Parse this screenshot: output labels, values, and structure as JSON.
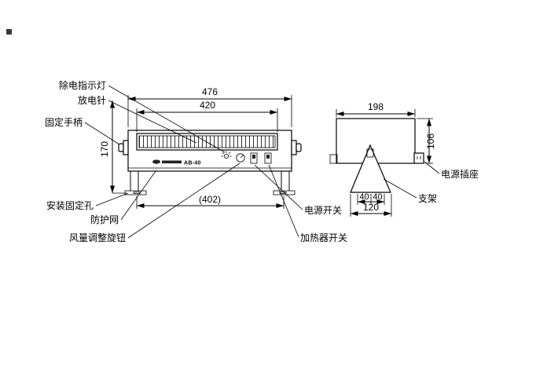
{
  "front_view": {
    "model": "AB-40",
    "labels": {
      "indicator_lamp": "除电指示灯",
      "discharge_needle": "放电针",
      "fixing_handle": "固定手柄",
      "mounting_hole": "安装固定孔",
      "protective_mesh": "防护网",
      "airflow_knob": "风量调整旋钮",
      "power_switch": "电源开关",
      "heater_switch": "加热器开关"
    },
    "dimensions": {
      "overall_width": "476",
      "mesh_width": "420",
      "height": "170",
      "mounting_span": "(402)"
    }
  },
  "side_view": {
    "labels": {
      "power_socket": "电源插座",
      "stand": "支架"
    },
    "dimensions": {
      "depth": "198",
      "height": "106",
      "stand_left": "40",
      "stand_right": "40",
      "stand_base": "120"
    }
  }
}
